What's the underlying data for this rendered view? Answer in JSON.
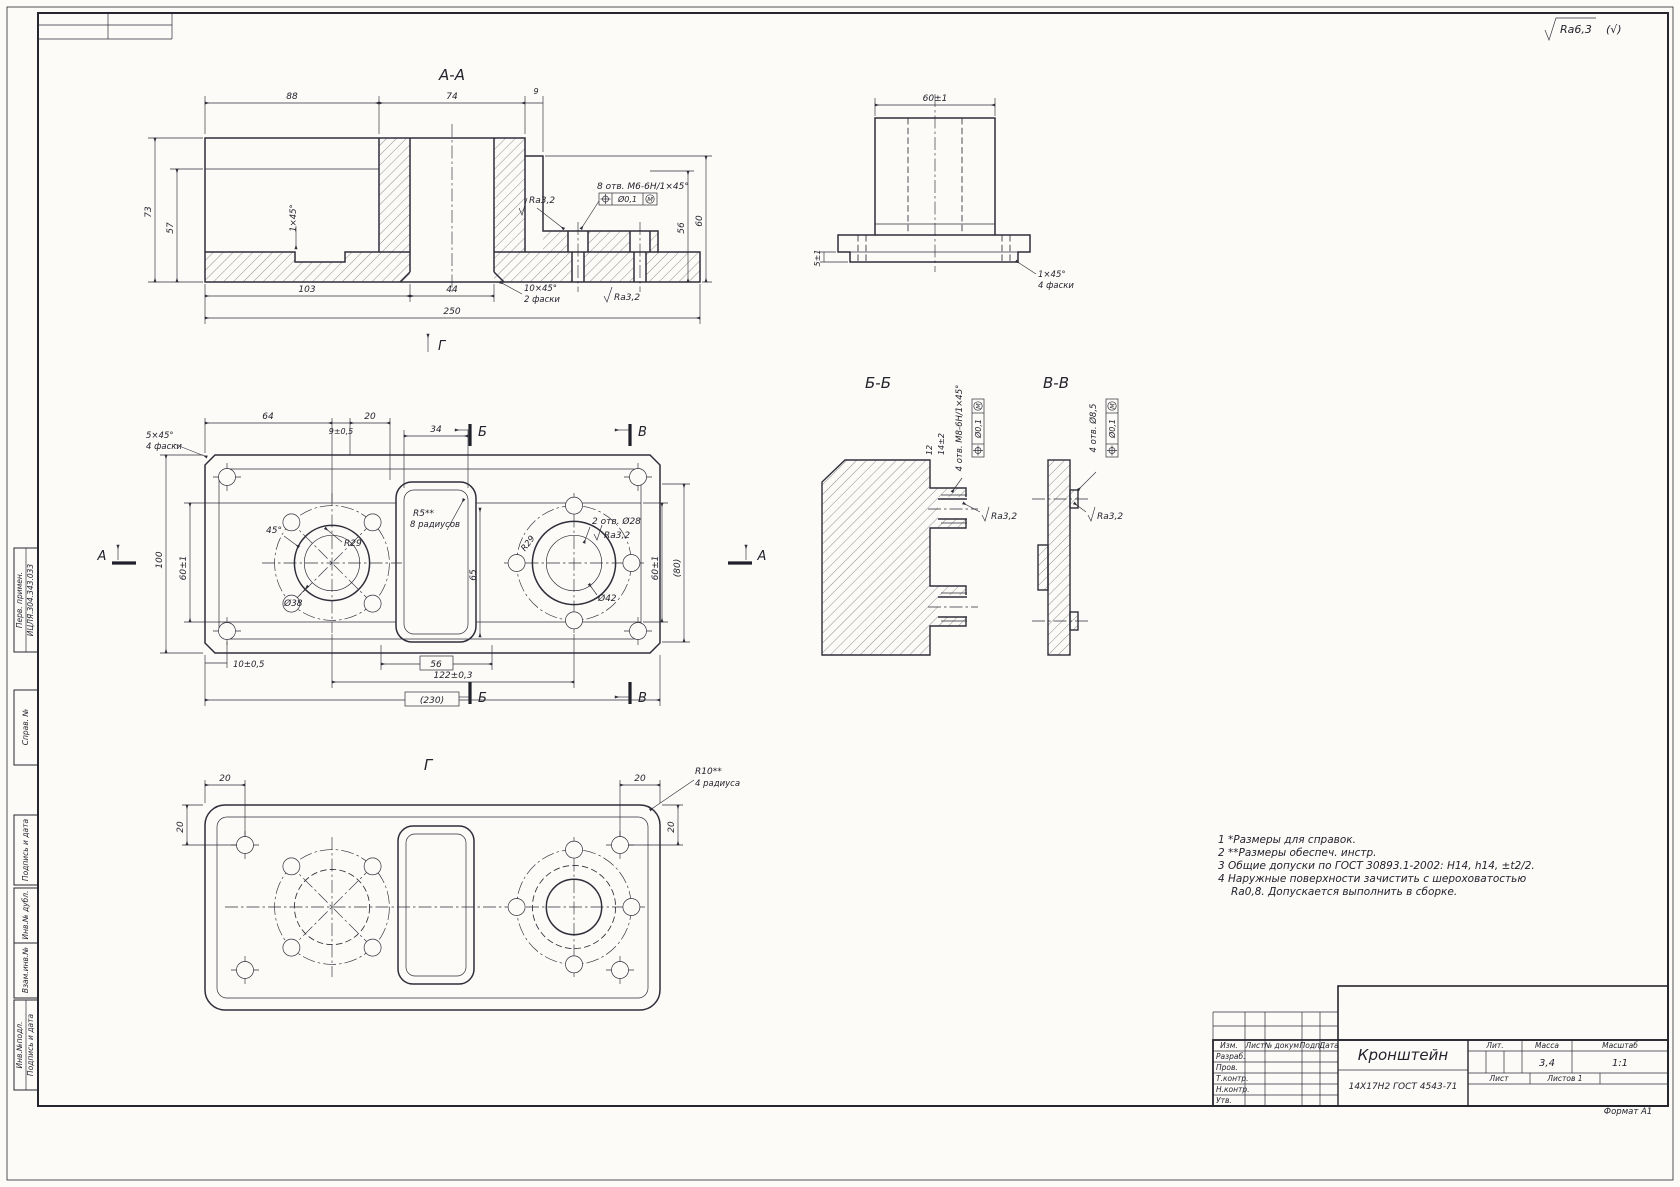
{
  "sheet": {
    "corner_roughness": "Ra6,3",
    "corner_roughness_alt": "(√)",
    "format_note": "Формат А1"
  },
  "stamps": {
    "perv_primen": "Перв. примен.",
    "doc_code": "ИЦЛЯ.304.343.033",
    "sprav_no": "Справ. №",
    "podpis_data_1": "Подпись и дата",
    "inv_dubl": "Инв.№ дубл.",
    "vzam_inv": "Взам.инв.№",
    "inv_podl": "Инв.№подл.",
    "podpis_data_2": "Подпись и дата"
  },
  "section_aa": {
    "label": "А-А",
    "dim_top_left": "88",
    "dim_top_mid": "74",
    "dim_top_right": "9",
    "dim_height_outer": "73",
    "dim_height_inner": "57",
    "chamfer_note": "1×45°",
    "dim_bottom_left": "103",
    "dim_bottom_mid": "44",
    "chamfer_bottom": "10×45°",
    "chamfer_bottom_note": "2 фаски",
    "dim_overall": "250",
    "dim_right_inner": "56",
    "dim_right_outer": "60",
    "roughness_top": "Ra3,2",
    "roughness_bottom": "Ra3,2",
    "holes_callout": "8 отв. М6-6Н/1×45°",
    "tol_value": "Ø0,1",
    "tol_modifier": "М",
    "arrow_label": "Г"
  },
  "side_view": {
    "dim_width": "60±1",
    "dim_lip": "5±1",
    "chamfer": "1×45°",
    "chamfer_note": "4 фаски"
  },
  "plan": {
    "chamfer": "5×45°",
    "chamfer_note": "4 фаски",
    "dim_64": "64",
    "dim_9": "9±0,5",
    "dim_20": "20",
    "dim_34": "34",
    "dim_100": "100",
    "dim_60_left": "60±1",
    "dim_60_right": "60±1",
    "dim_80": "(80)",
    "dim_65": "65",
    "dim_10": "10±0,5",
    "dim_56": "56",
    "dim_122": "122±0,3",
    "dim_230": "(230)",
    "angle": "45°",
    "radius_left": "R29",
    "radius_right": "R29",
    "slot_radius": "R5**",
    "slot_radius_note": "8 радиусов",
    "holes_callout": "2 отв. Ø28",
    "roughness": "Ra3,2",
    "dia_left": "Ø38",
    "dia_right": "Ø42",
    "sec_a": "А",
    "sec_b": "Б",
    "sec_v": "В"
  },
  "section_bb": {
    "label": "Б-Б",
    "holes_callout": "4 отв. М8-6Н/1×45°",
    "tol_value": "Ø0,1",
    "tol_modifier": "М",
    "dim_depth": "14±2",
    "dim_thread": "12",
    "roughness": "Ra3,2"
  },
  "section_vv": {
    "label": "В-В",
    "holes_callout": "4 отв. Ø8,5",
    "tol_value": "Ø0,1",
    "tol_modifier": "М",
    "roughness": "Ra3,2"
  },
  "view_g": {
    "label": "Г",
    "dim_20_top_left": "20",
    "dim_20_top_right": "20",
    "dim_20_left": "20",
    "dim_20_right": "20",
    "radius": "R10**",
    "radius_note": "4 радиуса"
  },
  "notes": {
    "line1": "1  *Размеры для справок.",
    "line2": "2  **Размеры обеспеч. инстр.",
    "line3": "3  Общие допуски по ГОСТ 30893.1-2002:  Н14, h14, ±t2/2.",
    "line4": "4  Наружные поверхности зачистить с шероховатостью",
    "line5": "Ra0,8. Допускается выполнить в сборке."
  },
  "title_block": {
    "col_izm": "Изм.",
    "col_list": "Лист",
    "col_doc": "№ докум.",
    "col_podp": "Подп.",
    "col_data": "Дата",
    "row_razrab": "Разраб.",
    "row_prov": "Пров.",
    "row_tkontr": "Т.контр.",
    "row_nkontr": "Н.контр.",
    "row_utv": "Утв.",
    "part_name": "Кронштейн",
    "lit": "Лит.",
    "mass": "Масса",
    "scale": "Масштаб",
    "mass_value": "3,4",
    "scale_value": "1:1",
    "sheet": "Лист",
    "sheets": "Листов 1",
    "material": "14Х17Н2 ГОСТ 4543-71"
  }
}
